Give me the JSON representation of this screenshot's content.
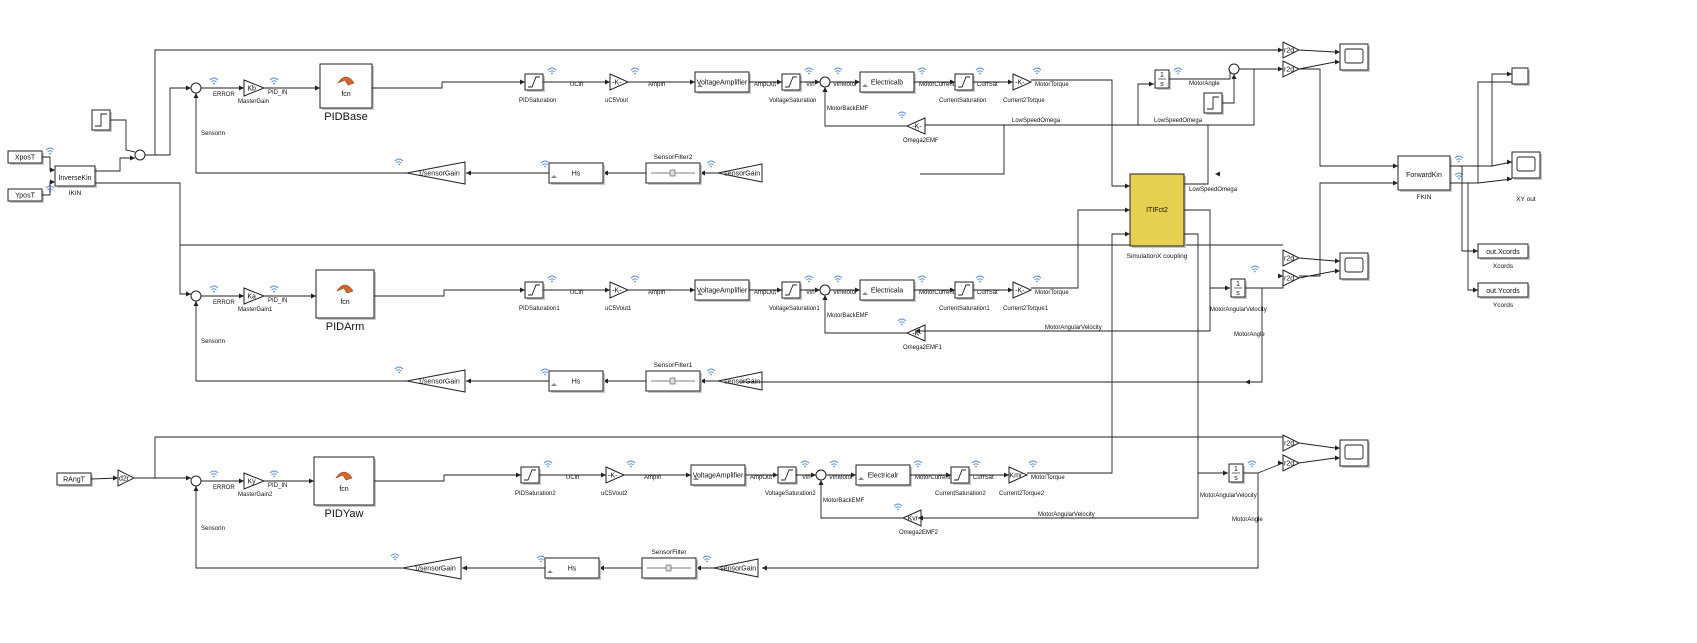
{
  "row1": {
    "pid_block": "PIDBase",
    "gain_inner": "Kb",
    "mastergain": "MasterGain",
    "error": "ERROR",
    "pid_in": "PID_IN",
    "sat": "PIDSaturation",
    "ucin": "UCin",
    "uc5": "uC5Vout",
    "ampin": "AmpIn",
    "amp": "VoltageAmplifier",
    "ampout": "AmpOut",
    "vsat": "VoltageSaturation",
    "vin": "Vin",
    "vinmotor": "VinMotor",
    "elec": "Electricalb",
    "motorcurrent": "MotorCurrent",
    "csat": "CurrentSaturation",
    "cursat": "CurrSat",
    "torque_blk": "Current2Torque",
    "motortorque": "MotorTorque",
    "backemf": "MotorBackEMF",
    "omega": "Omega2EMF",
    "filter": "SensorFilter2",
    "hs": "Hs",
    "sensorgain": "sensorGain",
    "invgain": "1/sensorGain",
    "sensorin": "SensorIn",
    "lowspeed1": "LowSpeedOmega",
    "lowspeed2": "LowSpeedOmega",
    "motorangle": "MotorAngle"
  },
  "row2": {
    "pid_block": "PIDArm",
    "gain_inner": "Ka",
    "mastergain": "MasterGain1",
    "error": "ERROR",
    "pid_in": "PID_IN",
    "sat": "PIDSaturation1",
    "ucin": "UCin",
    "uc5": "uC5Vout1",
    "ampin": "AmpIn",
    "amp": "VoltageAmplifier",
    "ampout": "AmpOut",
    "vsat": "VoltageSaturation1",
    "vin": "Vin",
    "vinmotor": "VinMotor",
    "elec": "Electricala",
    "motorcurrent": "MotorCurrent",
    "csat": "CurrentSaturation1",
    "cursat": "CurrSat",
    "torque_blk": "Current2Torque1",
    "motortorque": "MotorTorque",
    "backemf": "MotorBackEMF",
    "omega": "Omega2EMF1",
    "filter": "SensorFilter1",
    "hs": "Hs",
    "sensorgain": "sensorGain",
    "invgain": "1/sensorGain",
    "sensorin": "SensorIn",
    "angvel": "MotorAngularVelocity",
    "angvel2": "MotorAngularVelocity",
    "motorangle": "MotorAngle"
  },
  "row3": {
    "pid_block": "PIDYaw",
    "gain_inner": "Ky",
    "mastergain": "MasterGain2",
    "error": "ERROR",
    "pid_in": "PID_IN",
    "sat": "PIDSaturation2",
    "ucin": "UCin",
    "uc5": "uC5Vout2",
    "ampin": "AmpIn",
    "amp": "VoltageAmplifier",
    "ampout": "AmpOut",
    "vsat": "VoltageSaturation2",
    "vin": "Vin",
    "vinmotor": "VinMotor",
    "elec": "Electricalr",
    "motorcurrent": "MotorCurrent",
    "csat": "CurrentSaturation2",
    "cursat": "CurrSat",
    "torque_blk": "Current2Torque2",
    "torque_inner": "Kmr",
    "motortorque": "MotorTorque",
    "backemf": "MotorBackEMF",
    "omega": "Omega2EMF2",
    "omega_inner": "Kvr",
    "filter": "SensorFilter",
    "hs": "Hs",
    "sensorgain": "sensorGain",
    "invgain": "1/sensorGain",
    "sensorin": "SensorIn",
    "angvel": "MotorAngularVelocity",
    "angvel2": "MotorAngularVelocity",
    "motorangle": "MotorAngle"
  },
  "inputs": {
    "xpos": "XposT",
    "ypos": "YposT",
    "rang": "RAngT",
    "ikin": "InverseKin",
    "ikin_label": "IKIN"
  },
  "common": {
    "fcn": "fcn",
    "gain_k": "-K-",
    "r2d": "r2d",
    "d2r": "d2r",
    "integrator_num": "1",
    "integrator_den": "s"
  },
  "coupling": {
    "inner": "ITIFct2",
    "label": "SimulationX coupling",
    "lowspeed": "LowSpeedOmega"
  },
  "outputs": {
    "fkin": "ForwardKin",
    "fkin_label": "FKIN",
    "xy": "XY out",
    "xcords_inner": "out.Xcords",
    "xcords": "Xcords",
    "ycords_inner": "out.Ycords",
    "ycords": "Ycords"
  },
  "colors": {
    "coupling_fill": "#e7cf4f",
    "wifi": "#5b8fd9"
  }
}
